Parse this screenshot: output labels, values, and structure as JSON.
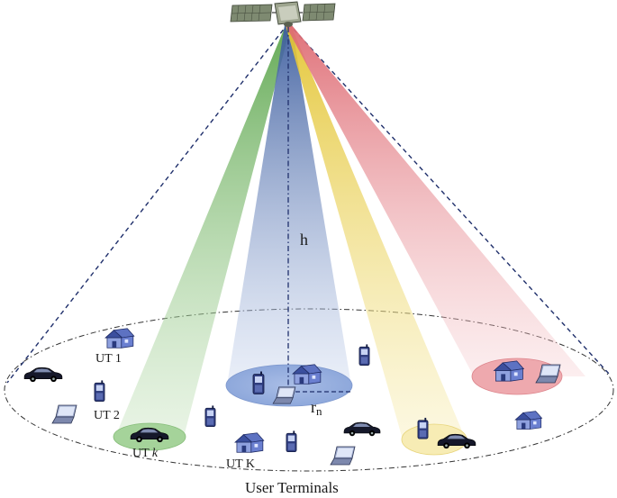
{
  "labels": {
    "height": "h",
    "radius_main": "r",
    "radius_sub": "n",
    "ut1": "UT 1",
    "ut2": "UT 2",
    "utk_prefix": "UT ",
    "utk_italic": "k",
    "utK": "UT K",
    "caption": "User Terminals"
  },
  "beams": [
    {
      "name": "green",
      "color": "#8fc583"
    },
    {
      "name": "blue",
      "color": "#6a86bd"
    },
    {
      "name": "yellow",
      "color": "#ecd65f"
    },
    {
      "name": "red",
      "color": "#e38d93"
    }
  ],
  "icons": [
    "satellite-icon",
    "house-icon",
    "car-icon",
    "laptop-icon",
    "mobile-phone-icon"
  ]
}
